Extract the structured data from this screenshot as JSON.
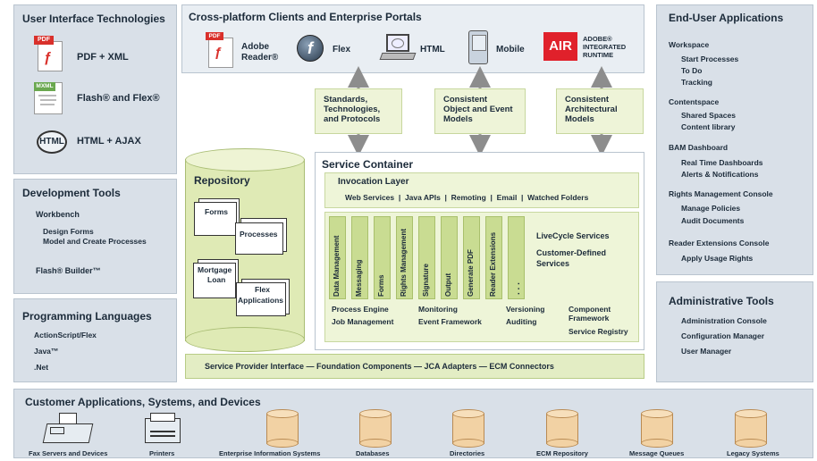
{
  "ui_tech": {
    "title": "User Interface Technologies",
    "items": [
      {
        "icon_label": "PDF",
        "label": "PDF + XML"
      },
      {
        "icon_label": "MXML",
        "label": "Flash® and Flex®"
      },
      {
        "icon_label": "HTML",
        "label": "HTML + AJAX"
      }
    ]
  },
  "dev_tools": {
    "title": "Development Tools",
    "workbench": "Workbench",
    "sub": [
      "Design Forms",
      "Model and Create Processes"
    ],
    "flash_builder": "Flash® Builder™"
  },
  "prog_lang": {
    "title": "Programming Languages",
    "items": [
      "ActionScript/Flex",
      "Java™",
      ".Net"
    ]
  },
  "clients": {
    "title": "Cross-platform Clients and Enterprise Portals",
    "adobe_reader": [
      "Adobe",
      "Reader®"
    ],
    "flex": "Flex",
    "html": "HTML",
    "mobile": "Mobile",
    "air_logo": "AIR",
    "air_text": [
      "ADOBE®",
      "INTEGRATED",
      "RUNTIME"
    ],
    "pdf_icon": "PDF"
  },
  "middle_boxes": [
    [
      "Standards,",
      "Technologies,",
      "and Protocols"
    ],
    [
      "Consistent",
      "Object and Event",
      "Models"
    ],
    [
      "Consistent",
      "Architectural",
      "Models"
    ]
  ],
  "repository": {
    "title": "Repository",
    "docs": [
      "Forms",
      "Processes",
      "Mortgage",
      "Loan",
      "Flex",
      "Applications"
    ]
  },
  "service_container": {
    "title": "Service Container",
    "invocation_title": "Invocation Layer",
    "invocation_items": "Web Services  |  Java APIs  |  Remoting  |  Email  |  Watched Folders",
    "services": [
      "Data Management",
      "Messaging",
      "Forms",
      "Rights Management",
      "Signature",
      "Output",
      "Generate PDF",
      "Reader Extensions",
      ". . ."
    ],
    "livecycle": "LiveCycle Services",
    "customer_defined": [
      "Customer-Defined",
      "Services"
    ],
    "bottom": {
      "process_engine": "Process Engine",
      "job_management": "Job Management",
      "monitoring": "Monitoring",
      "event_framework": "Event Framework",
      "versioning": "Versioning",
      "auditing": "Auditing",
      "component": [
        "Component",
        "Framework"
      ],
      "service_registry": "Service Registry"
    }
  },
  "spi": "Service Provider Interface — Foundation Components — JCA Adapters — ECM Connectors",
  "end_user": {
    "title": "End-User Applications",
    "groups": [
      {
        "name": "Workspace",
        "items": [
          "Start Processes",
          "To Do",
          "Tracking"
        ]
      },
      {
        "name": "Contentspace",
        "items": [
          "Shared Spaces",
          "Content library"
        ]
      },
      {
        "name": "BAM Dashboard",
        "items": [
          "Real Time Dashboards",
          "Alerts & Notifications"
        ]
      },
      {
        "name": "Rights Management Console",
        "items": [
          "Manage Policies",
          "Audit Documents"
        ]
      },
      {
        "name": "Reader Extensions Console",
        "items": [
          "Apply Usage Rights"
        ]
      }
    ]
  },
  "admin_tools": {
    "title": "Administrative Tools",
    "items": [
      "Administration Console",
      "Configuration Manager",
      "User Manager"
    ]
  },
  "customer_apps": {
    "title": "Customer Applications, Systems, and Devices",
    "items": [
      "Fax Servers and Devices",
      "Printers",
      "Enterprise Information Systems",
      "Databases",
      "Directories",
      "ECM Repository",
      "Message Queues",
      "Legacy Systems"
    ]
  },
  "colors": {
    "panel": "#d9e0e8",
    "green_light": "#eef5d8",
    "green_mid": "#c9dc92",
    "cylinder": "#f2d2a4",
    "air_red": "#e0212b"
  }
}
